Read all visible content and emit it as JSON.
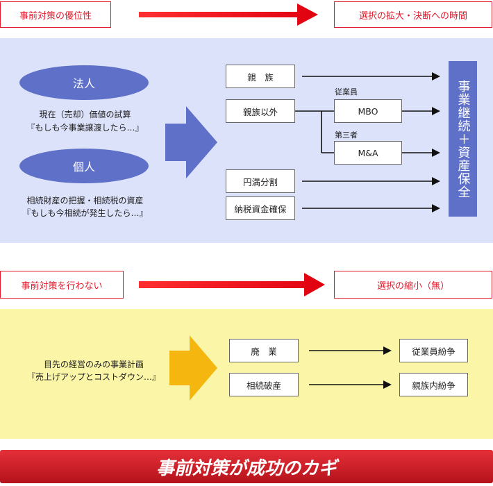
{
  "top": {
    "left_label": "事前対策の優位性",
    "right_label": "選択の拡大・決断への時間"
  },
  "blue_panel": {
    "corporate": "法人",
    "corporate_caption_1": "現在（売却）価値の試算",
    "corporate_caption_2": "『もしも今事業譲渡したら…』",
    "individual": "個人",
    "individual_caption_1": "相続財産の把握・相続税の資産",
    "individual_caption_2": "『もしも今相続が発生したら…』",
    "box_relatives": "親　族",
    "box_non_relatives": "親族以外",
    "label_employee": "従業員",
    "box_mbo": "MBO",
    "label_third_party": "第三者",
    "box_ma": "M&A",
    "box_division": "円満分割",
    "box_tax_funds": "納税資金確保",
    "result": "事業継続＋資産保全"
  },
  "middle": {
    "left_label": "事前対策を行わない",
    "right_label": "選択の縮小（無）"
  },
  "yellow_panel": {
    "caption_1": "目先の経営のみの事業計画",
    "caption_2": "『売上げアップとコストダウン…』",
    "box_closure": "廃　業",
    "box_inheritance_bankruptcy": "相続破産",
    "result_employee_dispute": "従業員紛争",
    "result_family_dispute": "親族内紛争"
  },
  "footer": {
    "text": "事前対策が成功のカギ"
  },
  "colors": {
    "red": "#e0182a",
    "blue_accent": "#5e70c7",
    "blue_panel": "#dde2fb",
    "yellow_panel": "#fbf6a7",
    "yellow_arrow": "#f5b70f"
  }
}
